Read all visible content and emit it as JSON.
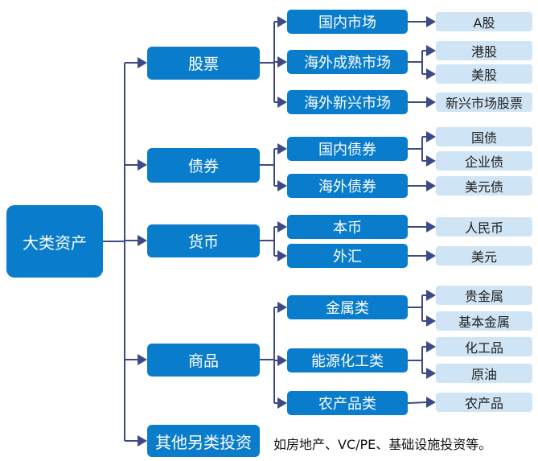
{
  "root": {
    "label": "大类资产"
  },
  "categories": [
    {
      "label": "股票",
      "children": [
        {
          "label": "国内市场",
          "children": [
            "A股"
          ]
        },
        {
          "label": "海外成熟市场",
          "children": [
            "港股",
            "美股"
          ]
        },
        {
          "label": "海外新兴市场",
          "children": [
            "新兴市场股票"
          ]
        }
      ]
    },
    {
      "label": "债券",
      "children": [
        {
          "label": "国内债券",
          "children": [
            "国债",
            "企业债"
          ]
        },
        {
          "label": "海外债券",
          "children": [
            "美元债"
          ]
        }
      ]
    },
    {
      "label": "货币",
      "children": [
        {
          "label": "本币",
          "children": [
            "人民币"
          ]
        },
        {
          "label": "外汇",
          "children": [
            "美元"
          ]
        }
      ]
    },
    {
      "label": "商品",
      "children": [
        {
          "label": "金属类",
          "children": [
            "贵金属",
            "基本金属"
          ]
        },
        {
          "label": "能源化工类",
          "children": [
            "化工品",
            "原油"
          ]
        },
        {
          "label": "农产品类",
          "children": [
            "农产品"
          ]
        }
      ]
    },
    {
      "label": "其他另类投资",
      "children": []
    }
  ],
  "other_note": "如房地产、VC/PE、基础设施投资等。",
  "colors": {
    "primary": "#0a7ccc",
    "leaf": "#cfe4f5",
    "connector": "#3d4a87"
  }
}
